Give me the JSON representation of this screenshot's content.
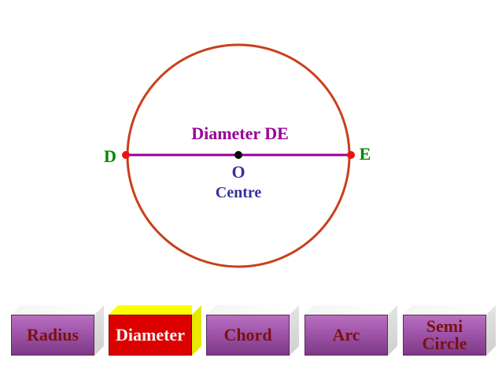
{
  "diagram": {
    "title": "Diameter DE",
    "point_left": "D",
    "point_right": "E",
    "center_label": "O",
    "center_caption": "Centre",
    "colors": {
      "circle": "#c8401c",
      "diameter": "#990099",
      "title": "#990099",
      "endpoints": "#ee1111",
      "center": "#000000",
      "endpoint_labels": "#008800",
      "center_labels": "#333399"
    }
  },
  "buttons": [
    {
      "label": "Radius",
      "active": false
    },
    {
      "label": "Diameter",
      "active": true
    },
    {
      "label": "Chord",
      "active": false
    },
    {
      "label": "Arc",
      "active": false
    },
    {
      "label_line1": "Semi",
      "label_line2": "Circle",
      "active": false
    }
  ]
}
